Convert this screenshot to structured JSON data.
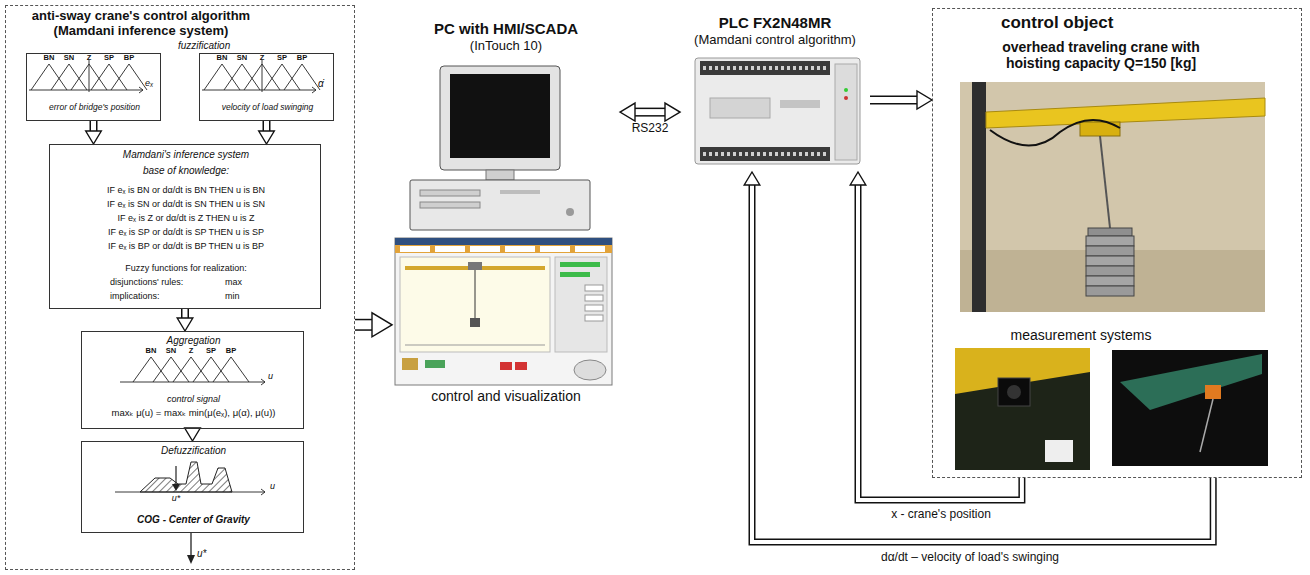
{
  "diagram": {
    "nodes": [
      {
        "text": [
          "anti-sway crane's control algorithm (Mamdani inference system)"
        ]
      },
      {
        "text": [
          "error of bridge's position"
        ],
        "in": 0
      },
      {
        "text": [
          "velocity of load swinging"
        ],
        "in": 0
      },
      {
        "text": [
          "Mamdani's inference system",
          "base of knowledge:",
          "IF eₓ is BN or dα/dt is BN THEN u is BN",
          "IF eₓ is SN or dα/dt is SN THEN u is SN",
          "IF eₓ is Z or dα/dt is Z THEN u is Z",
          "IF eₓ is SP or dα/dt is SP THEN u is SP",
          "IF eₓ is BP or dα/dt is BP THEN u is BP",
          "Fuzzy functions for realization:",
          "disjunctions' rules:",
          "max",
          "implications:",
          "min"
        ],
        "in": 0
      },
      {
        "text": [
          "Aggregation",
          "control signal",
          "maxₖ μ(u) = maxₖ min(μ(eₓ), μ(α), μ(u))"
        ],
        "in": 0
      },
      {
        "text": [
          "Defuzzification",
          "COG - Center of Gravity"
        ],
        "in": 0
      },
      {
        "text": [
          "PC with HMI/SCADA",
          "(InTouch 10)",
          "control and visualization"
        ]
      },
      {
        "text": [
          "PLC FX2N48MR",
          "(Mamdani control algorithm)"
        ]
      },
      {
        "text": [
          "control object",
          "overhead traveling crane with hoisting capacity Q=150 [kg]",
          "measurement systems"
        ]
      }
    ],
    "edges": [
      {
        "from": 0,
        "to": 6,
        "arrow": "to"
      },
      {
        "from": 1,
        "to": 3,
        "arrow": "to"
      },
      {
        "from": 2,
        "to": 3,
        "arrow": "to"
      },
      {
        "from": 3,
        "to": 4,
        "arrow": "to"
      },
      {
        "from": 4,
        "to": 5,
        "arrow": "to"
      },
      {
        "from": 6,
        "to": 7,
        "label": "RS232",
        "arrow": "both"
      },
      {
        "from": 7,
        "to": 8,
        "arrow": "to"
      },
      {
        "from": 8,
        "to": 7,
        "label": "x - crane's position",
        "arrow": "to"
      },
      {
        "from": 8,
        "to": 7,
        "label": "dα/dt – velocity of load's swinging",
        "arrow": "to"
      }
    ],
    "labels": [
      "fuzzification",
      "BN",
      "SN",
      "Z",
      "SP",
      "BP",
      "eₓ",
      "BN",
      "SN",
      "Z",
      "SP",
      "BP",
      "α̇",
      "BN",
      "SN",
      "Z",
      "SP",
      "BP",
      "u",
      "u*",
      "u",
      "u*"
    ]
  }
}
